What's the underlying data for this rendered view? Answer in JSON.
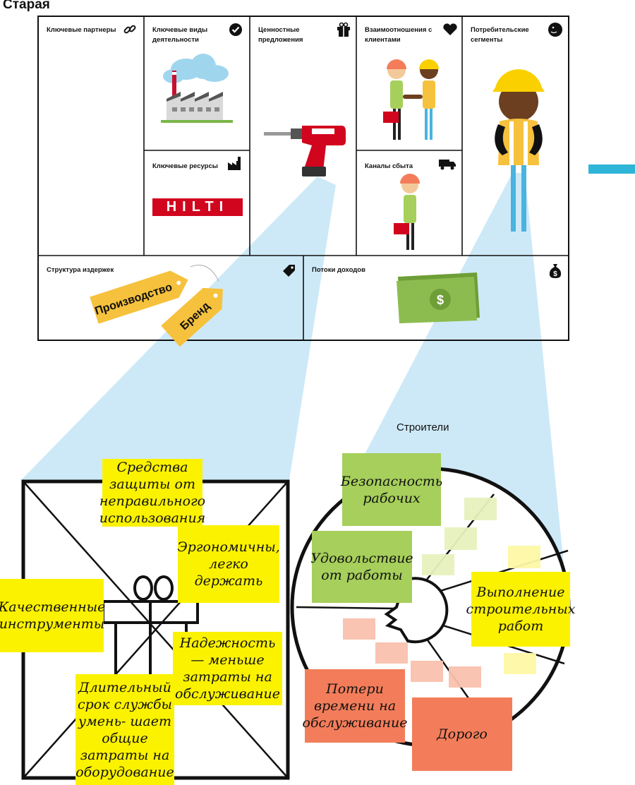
{
  "title": "Старая",
  "canvas": {
    "key_partners": "Ключевые партнеры",
    "key_activities": "Ключевые виды деятельности",
    "key_resources": "Ключевые ресурсы",
    "value_propositions": "Ценностные предложения",
    "customer_relationships": "Взаимоотношения с клиентами",
    "channels": "Каналы сбыта",
    "customer_segments": "Потребительские сегменты",
    "cost_structure": "Структура издержек",
    "revenue_streams": "Потоки доходов",
    "brand_logo": "HILTI",
    "tag_production": "Производство",
    "tag_brand": "Бренд",
    "dollar": "$"
  },
  "value_map": {
    "notes": {
      "protection": "Средства защиты от неправильного использования",
      "ergonomic": "Эргономичны, легко держать",
      "quality": "Качественные инструменты",
      "reliability": "Надежность — меньше затраты на обслуживание",
      "longevity": "Длительный срок службы умень- шает общие затраты на оборудование"
    }
  },
  "customer_profile": {
    "label": "Строители",
    "notes": {
      "safety": "Безопасность рабочих",
      "enjoyment": "Удовольствие от работы",
      "jobs": "Выполнение строительных работ",
      "downtime": "Потери времени на обслуживание",
      "expensive": "Дорого"
    }
  },
  "colors": {
    "beam": "#cde9f7",
    "yellow_note": "#fbf200",
    "green_note": "#a6cf5b",
    "orange_note": "#f37d5a",
    "tag": "#f6c13c",
    "hilti_red": "#d2051e",
    "cash": "#8cbc4f",
    "accent_bar": "#2fb5d8"
  },
  "icons": [
    "link-icon",
    "check-icon",
    "gift-icon",
    "heart-icon",
    "face-icon",
    "factory-icon",
    "truck-icon",
    "price-tag-icon",
    "money-bag-icon"
  ]
}
